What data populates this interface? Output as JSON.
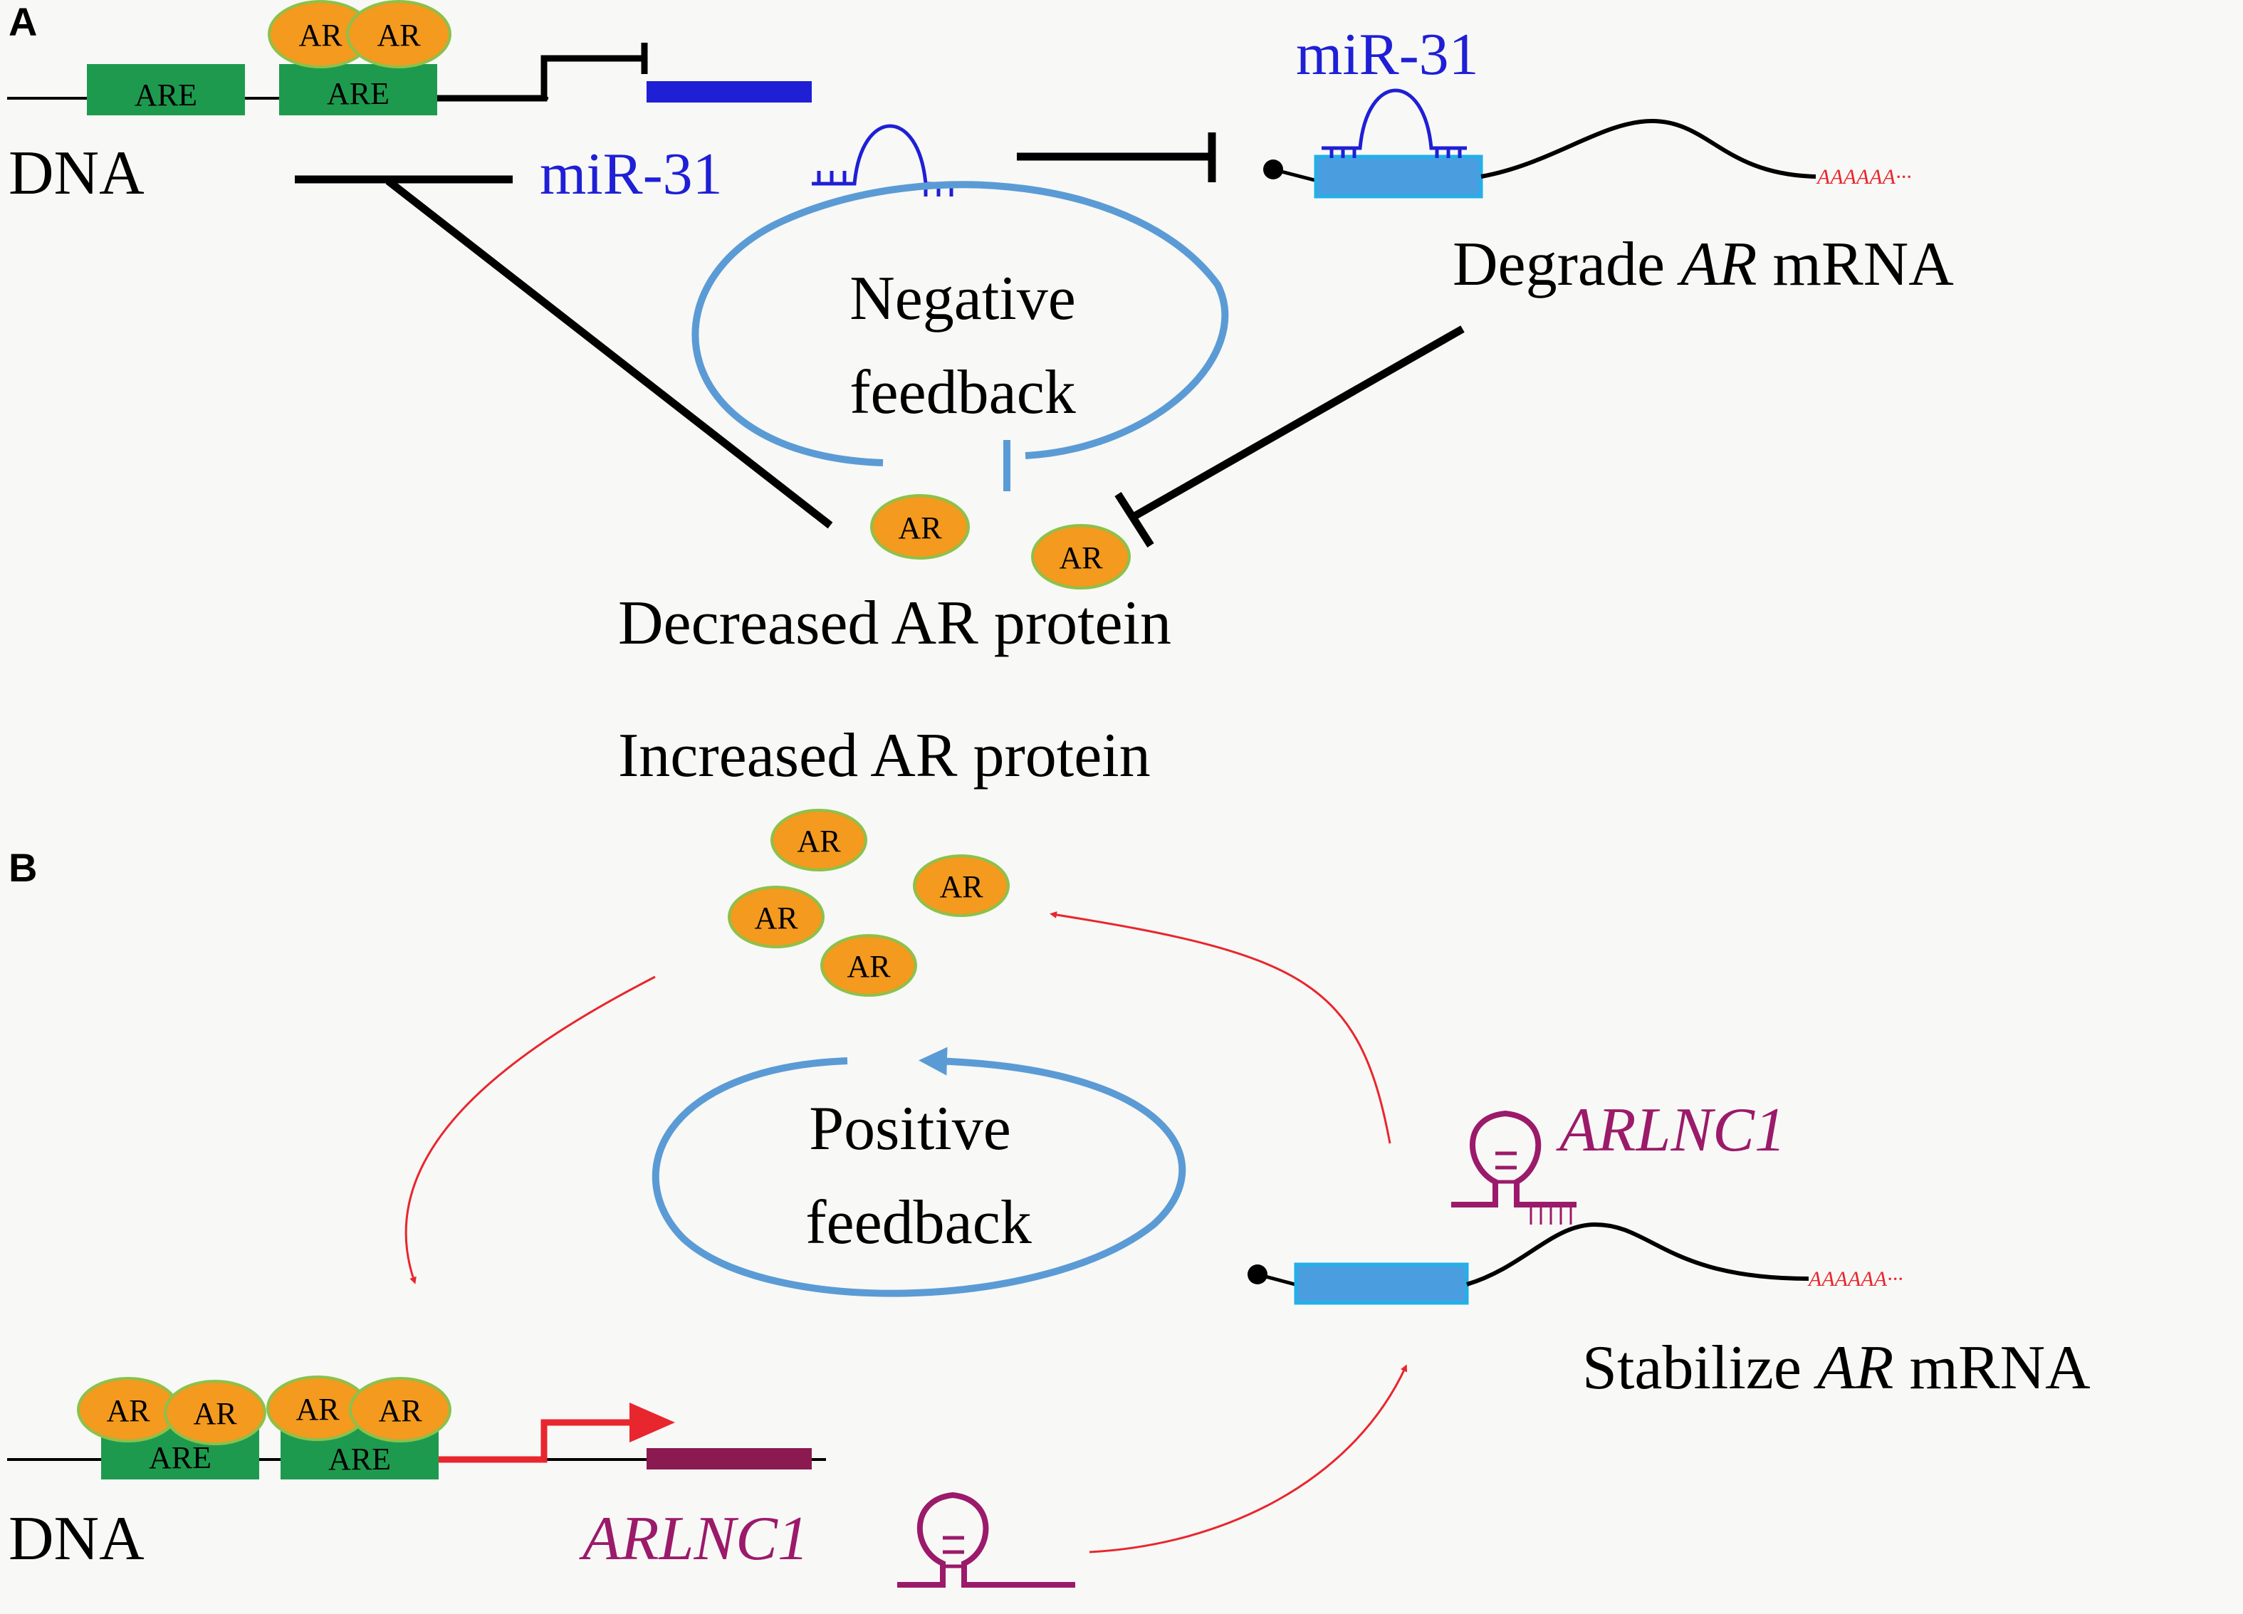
{
  "panel_a": {
    "letter": "A",
    "are_labels": [
      "ARE",
      "ARE"
    ],
    "ar_label": "AR",
    "dna_label": "DNA",
    "mir_label": "miR-31",
    "mir_top_label": "miR-31",
    "poly_a": "AAAAAA···",
    "degrade_prefix": "Degrade ",
    "degrade_italic": "AR",
    "degrade_suffix": " mRNA",
    "loop_line1": "Negative",
    "loop_line2": "feedback",
    "protein_label": "Decreased AR protein"
  },
  "panel_b": {
    "letter": "B",
    "protein_label": "Increased AR protein",
    "ar_label": "AR",
    "loop_line1": "Positive",
    "loop_line2": "feedback",
    "lnc_label": "ARLNC1",
    "lnc_bottom_label": "ARLNC1",
    "poly_a": "AAAAAA···",
    "stabilize_prefix": "Stabilize ",
    "stabilize_italic": "AR",
    "stabilize_suffix": " mRNA",
    "are_labels": [
      "ARE",
      "ARE"
    ],
    "dna_label": "DNA"
  },
  "colors": {
    "are_green": "#1e9a4e",
    "ar_orange": "#f39a1f",
    "ar_border": "#8cc14a",
    "mir_blue": "#1f1fd6",
    "mrna_blue": "#4a9ee0",
    "loop_blue": "#5b9bd5",
    "lnc_purple": "#9b1a6a",
    "arrow_red": "#e8262d",
    "polya_red": "#e8262d"
  }
}
